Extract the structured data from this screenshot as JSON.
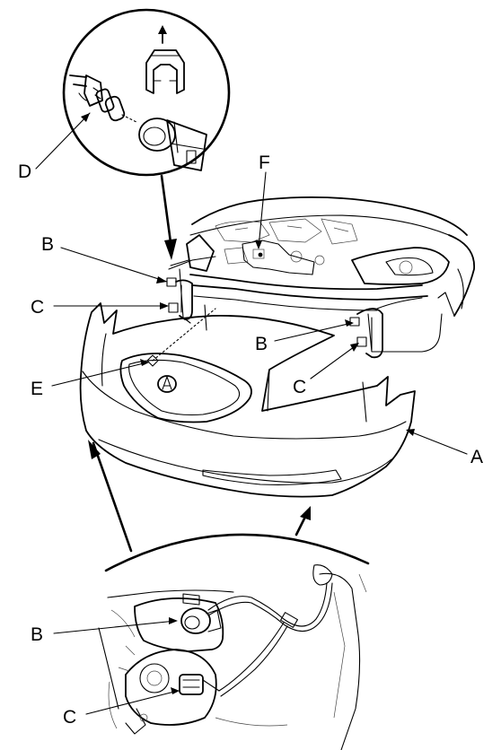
{
  "callouts": {
    "a": "A",
    "b_top": "B",
    "b_mid": "B",
    "b_bottom": "B",
    "c_top": "C",
    "c_mid": "C",
    "c_bottom": "C",
    "d": "D",
    "e": "E",
    "f": "F"
  },
  "icons": [
    "pull-up-arrow-icon",
    "assembly-arrow-icon"
  ],
  "colors": {
    "ink": "#000000",
    "background": "#ffffff"
  }
}
